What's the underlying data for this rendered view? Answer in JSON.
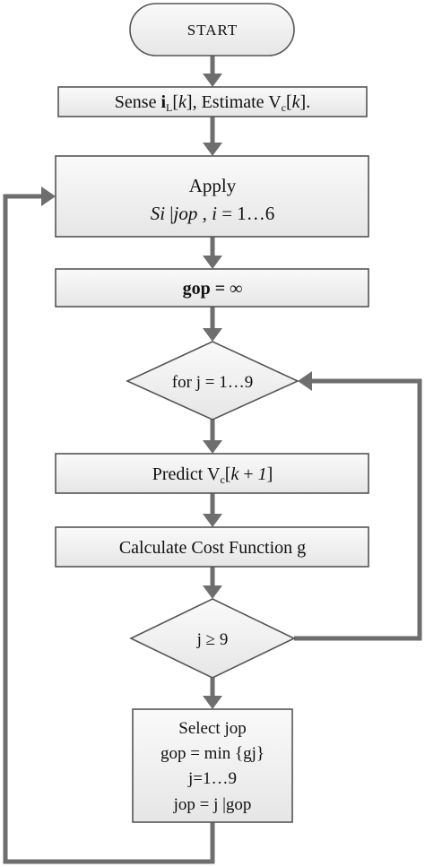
{
  "flowchart": {
    "start": "START",
    "sense": "Sense iL[k], Estimate Vc[k].",
    "apply_line1": "Apply",
    "apply_line2": "Si|jop , i = 1…6",
    "gop_init": "gop = ∞",
    "for_loop": "for j = 1…9",
    "predict": "Predict Vc[k + 1]",
    "cost": "Calculate Cost Function g",
    "condition": "j ≥ 9",
    "select_line1": "Select jop",
    "select_line2": "gop = min {gj}",
    "select_line3": "j=1…9",
    "select_line4": "jop = j |gop"
  }
}
